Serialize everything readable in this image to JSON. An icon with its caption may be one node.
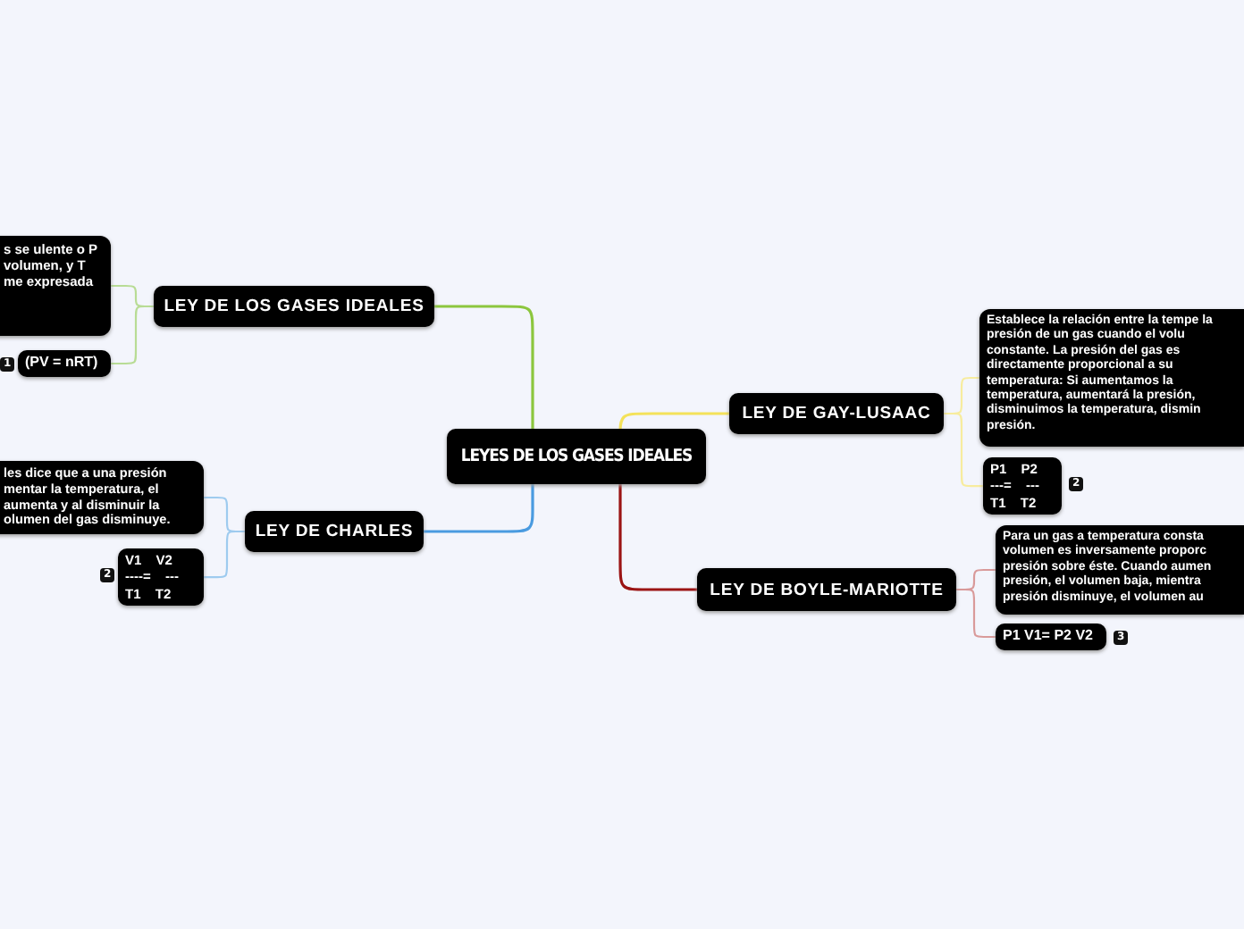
{
  "diagram": {
    "nodes": [
      {
        "text": [
          "LEYES DE LOS GASES IDEALES"
        ]
      },
      {
        "text": [
          "LEY DE LOS GASES IDEALES"
        ]
      },
      {
        "text": [
          "s se ulente o P volumen, y T me expresada"
        ]
      },
      {
        "text": [
          "(PV = nRT)"
        ],
        "beside": [
          "1"
        ]
      },
      {
        "text": [
          "LEY DE CHARLES"
        ]
      },
      {
        "text": [
          "les dice que a una presión mentar la temperatura, el aumenta y al disminuir la olumen del gas disminuye."
        ]
      },
      {
        "text": [
          "V1 V2 ----= --- T1 T2"
        ],
        "beside": [
          "2"
        ]
      },
      {
        "text": [
          "LEY DE GAY-LUSAAC"
        ]
      },
      {
        "text": [
          "Establece la relación entre la tempe la presión de un gas cuando el volu constante. La presión del gas es directamente proporcional a su temperatura: Si aumentamos la temperatura, aumentará la presión, disminuimos la temperatura, dismin presión."
        ]
      },
      {
        "text": [
          "P1 P2 ---= --- T1 T2"
        ],
        "beside": [
          "2"
        ]
      },
      {
        "text": [
          "LEY DE BOYLE-MARIOTTE"
        ]
      },
      {
        "text": [
          "Para un gas a temperatura consta volumen es inversamente proporc presión sobre éste. Cuando aumen presión, el volumen baja, mientra presión disminuye, el volumen au"
        ]
      },
      {
        "text": [
          "P1 V1= P2 V2"
        ],
        "beside": [
          "3"
        ]
      }
    ],
    "edges": [
      {
        "from": 0,
        "to": 1,
        "arrow": "none",
        "color": "#8cc63e"
      },
      {
        "from": 1,
        "to": 2,
        "arrow": "none",
        "color": "#b8dc95"
      },
      {
        "from": 1,
        "to": 3,
        "arrow": "none",
        "color": "#b8dc95"
      },
      {
        "from": 0,
        "to": 4,
        "arrow": "none",
        "color": "#4a9be0"
      },
      {
        "from": 4,
        "to": 5,
        "arrow": "none",
        "color": "#9ecbef"
      },
      {
        "from": 4,
        "to": 6,
        "arrow": "none",
        "color": "#9ecbef"
      },
      {
        "from": 0,
        "to": 7,
        "arrow": "none",
        "color": "#f4e25a"
      },
      {
        "from": 7,
        "to": 8,
        "arrow": "none",
        "color": "#f7ec9e"
      },
      {
        "from": 7,
        "to": 9,
        "arrow": "none",
        "color": "#f7ec9e"
      },
      {
        "from": 0,
        "to": 10,
        "arrow": "none",
        "color": "#9b1414"
      },
      {
        "from": 10,
        "to": 11,
        "arrow": "none",
        "color": "#d99a9a"
      },
      {
        "from": 10,
        "to": 12,
        "arrow": "none",
        "color": "#d99a9a"
      }
    ]
  }
}
